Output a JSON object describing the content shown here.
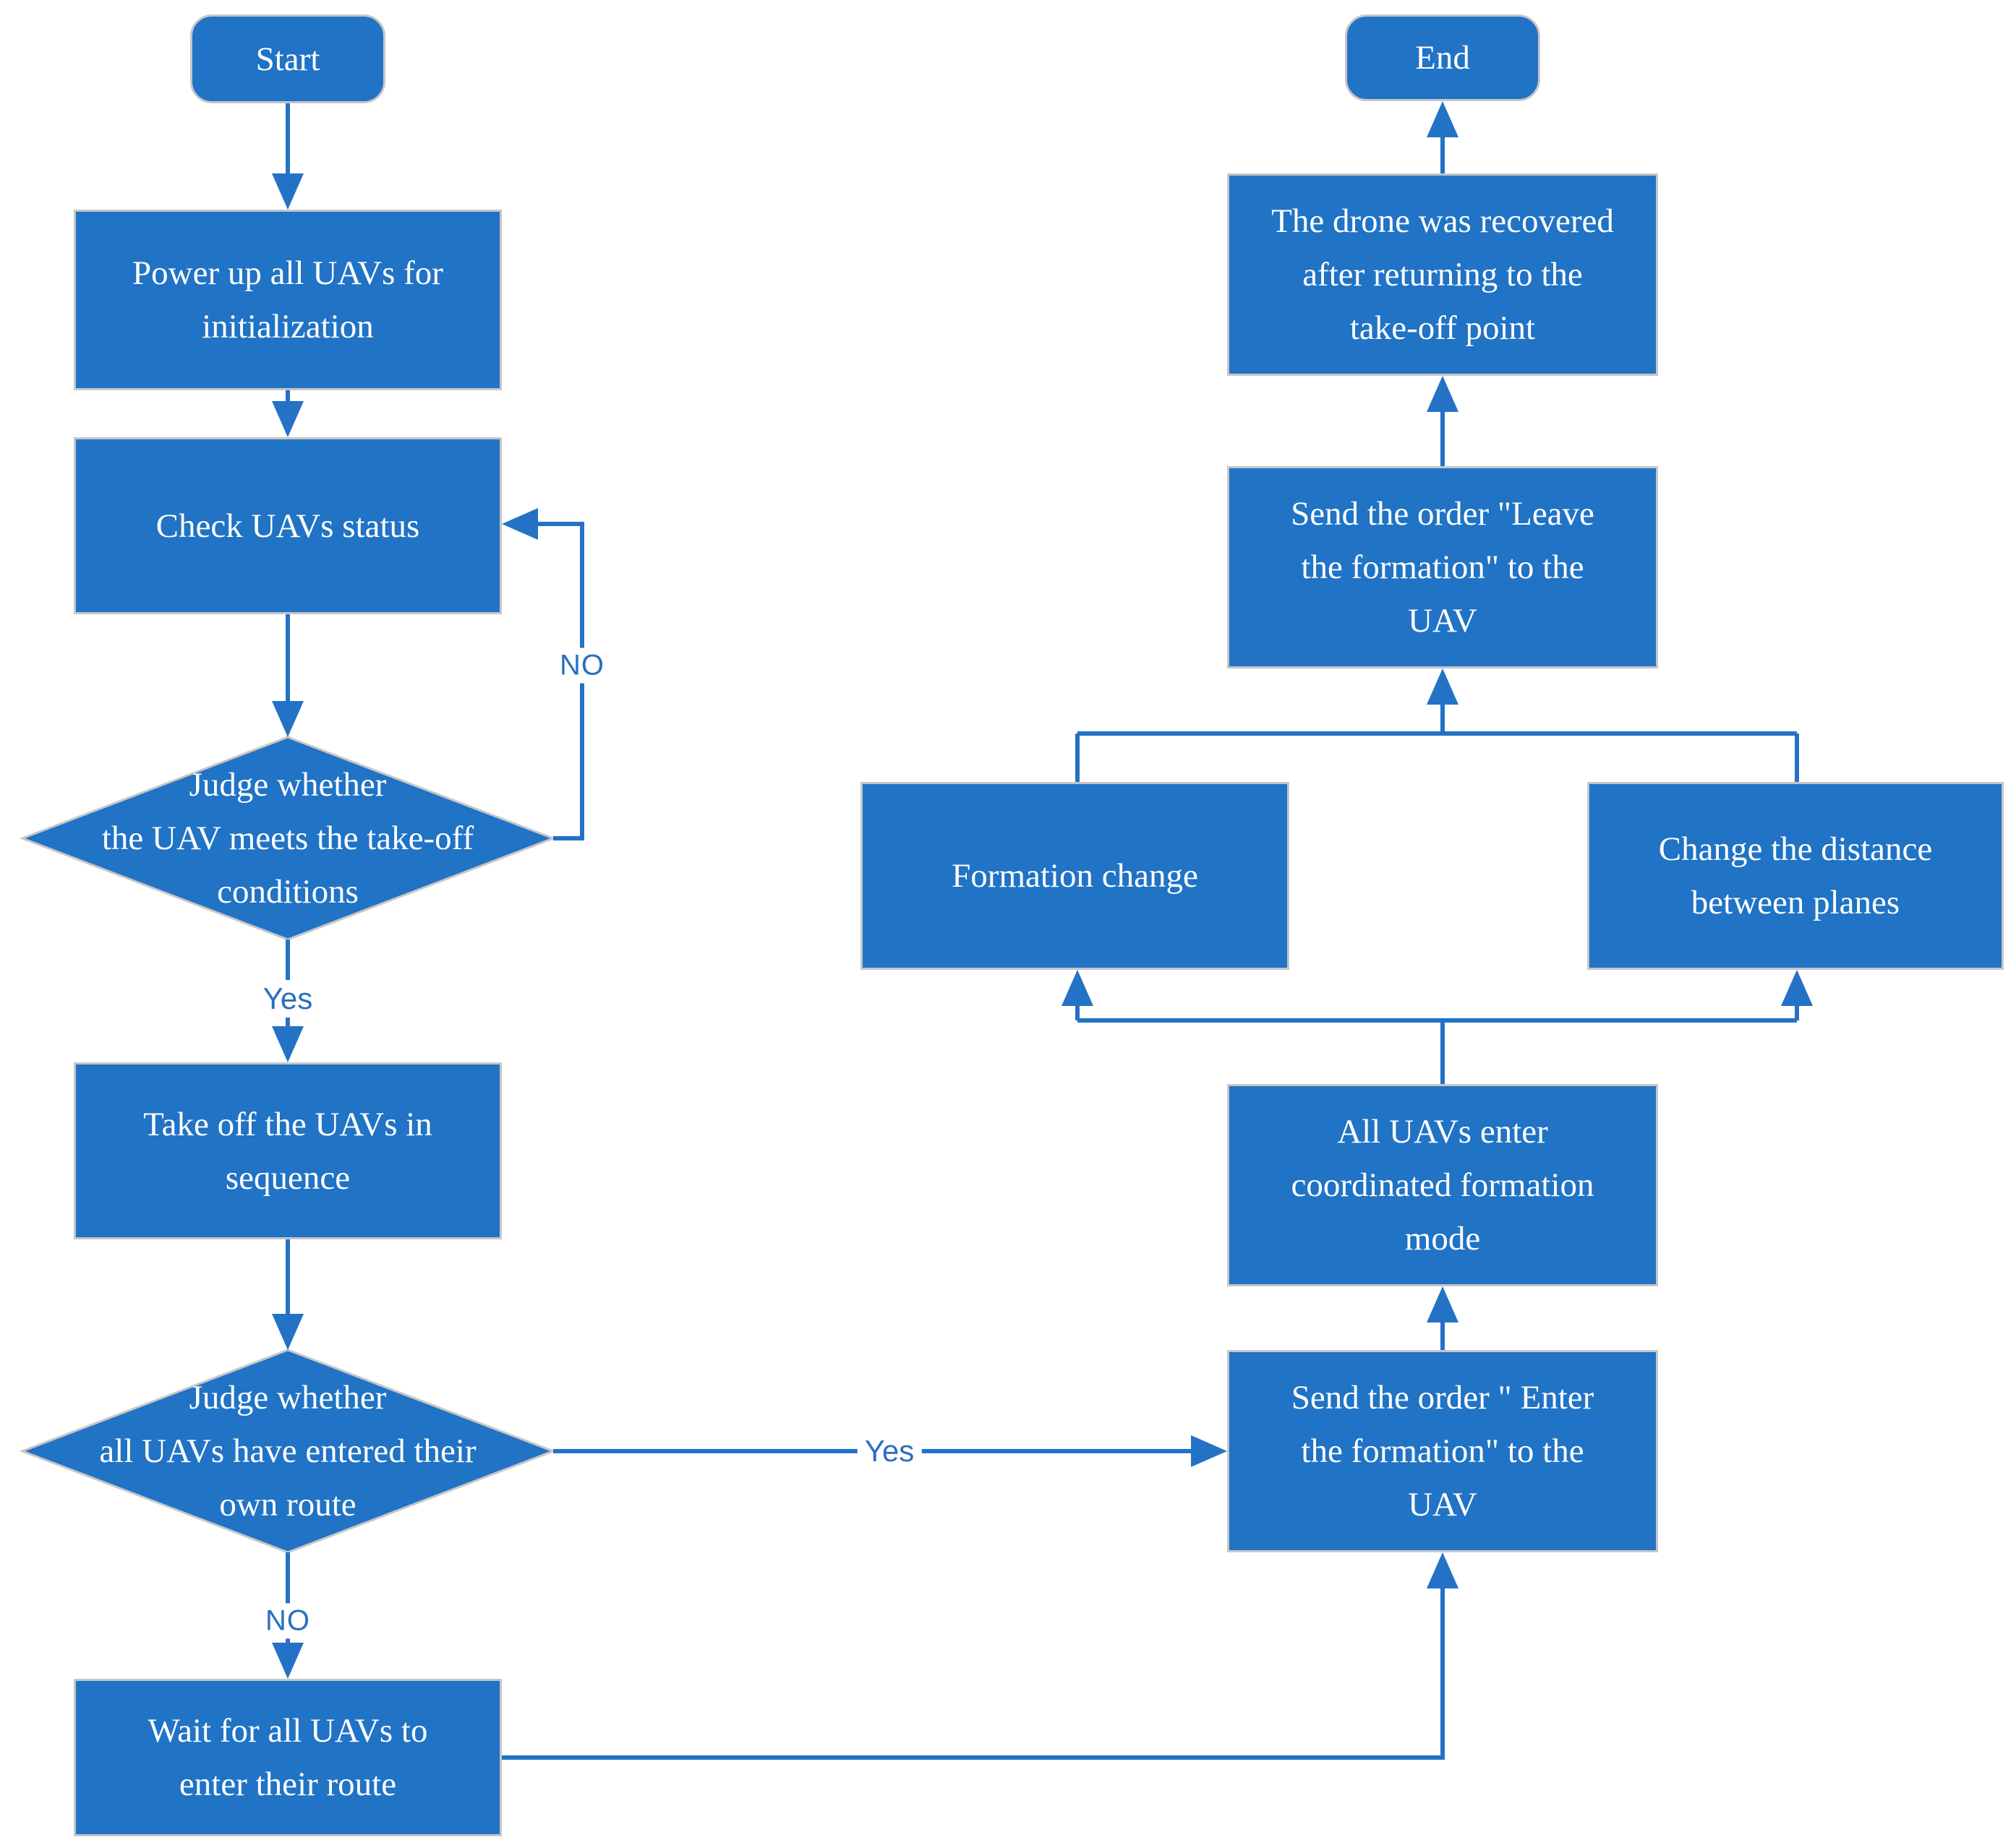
{
  "palette": {
    "node_fill": "#2073C5",
    "line_blue": "#2472C6",
    "node_border": "#C6C6C6",
    "label_text": "#2A6FC0",
    "node_text": "#FFFFFF"
  },
  "nodes": {
    "start": {
      "label": "Start"
    },
    "power_up": {
      "label": "Power up all UAVs for\ninitialization"
    },
    "check_status": {
      "label": "Check UAVs status"
    },
    "judge_takeoff": {
      "label": "Judge whether\nthe UAV meets the take-off\nconditions"
    },
    "take_off": {
      "label": "Take off the UAVs in\nsequence"
    },
    "judge_route": {
      "label": "Judge whether\nall UAVs have entered their\nown route"
    },
    "wait_route": {
      "label": "Wait for all UAVs to\nenter their route"
    },
    "send_enter": {
      "label": "Send the order \" Enter\nthe formation\" to the\nUAV"
    },
    "all_uavs_mode": {
      "label": "All UAVs enter\ncoordinated formation\nmode"
    },
    "formation_change": {
      "label": "Formation change"
    },
    "change_distance": {
      "label": "Change the distance\nbetween planes"
    },
    "send_leave": {
      "label": "Send the order \"Leave\nthe formation\" to the\nUAV"
    },
    "drone_recovered": {
      "label": "The drone was recovered\nafter returning to the\ntake-off point"
    },
    "end": {
      "label": "End"
    }
  },
  "edge_labels": {
    "no_takeoff": "NO",
    "yes_takeoff": "Yes",
    "yes_route": "Yes",
    "no_route": "NO"
  }
}
